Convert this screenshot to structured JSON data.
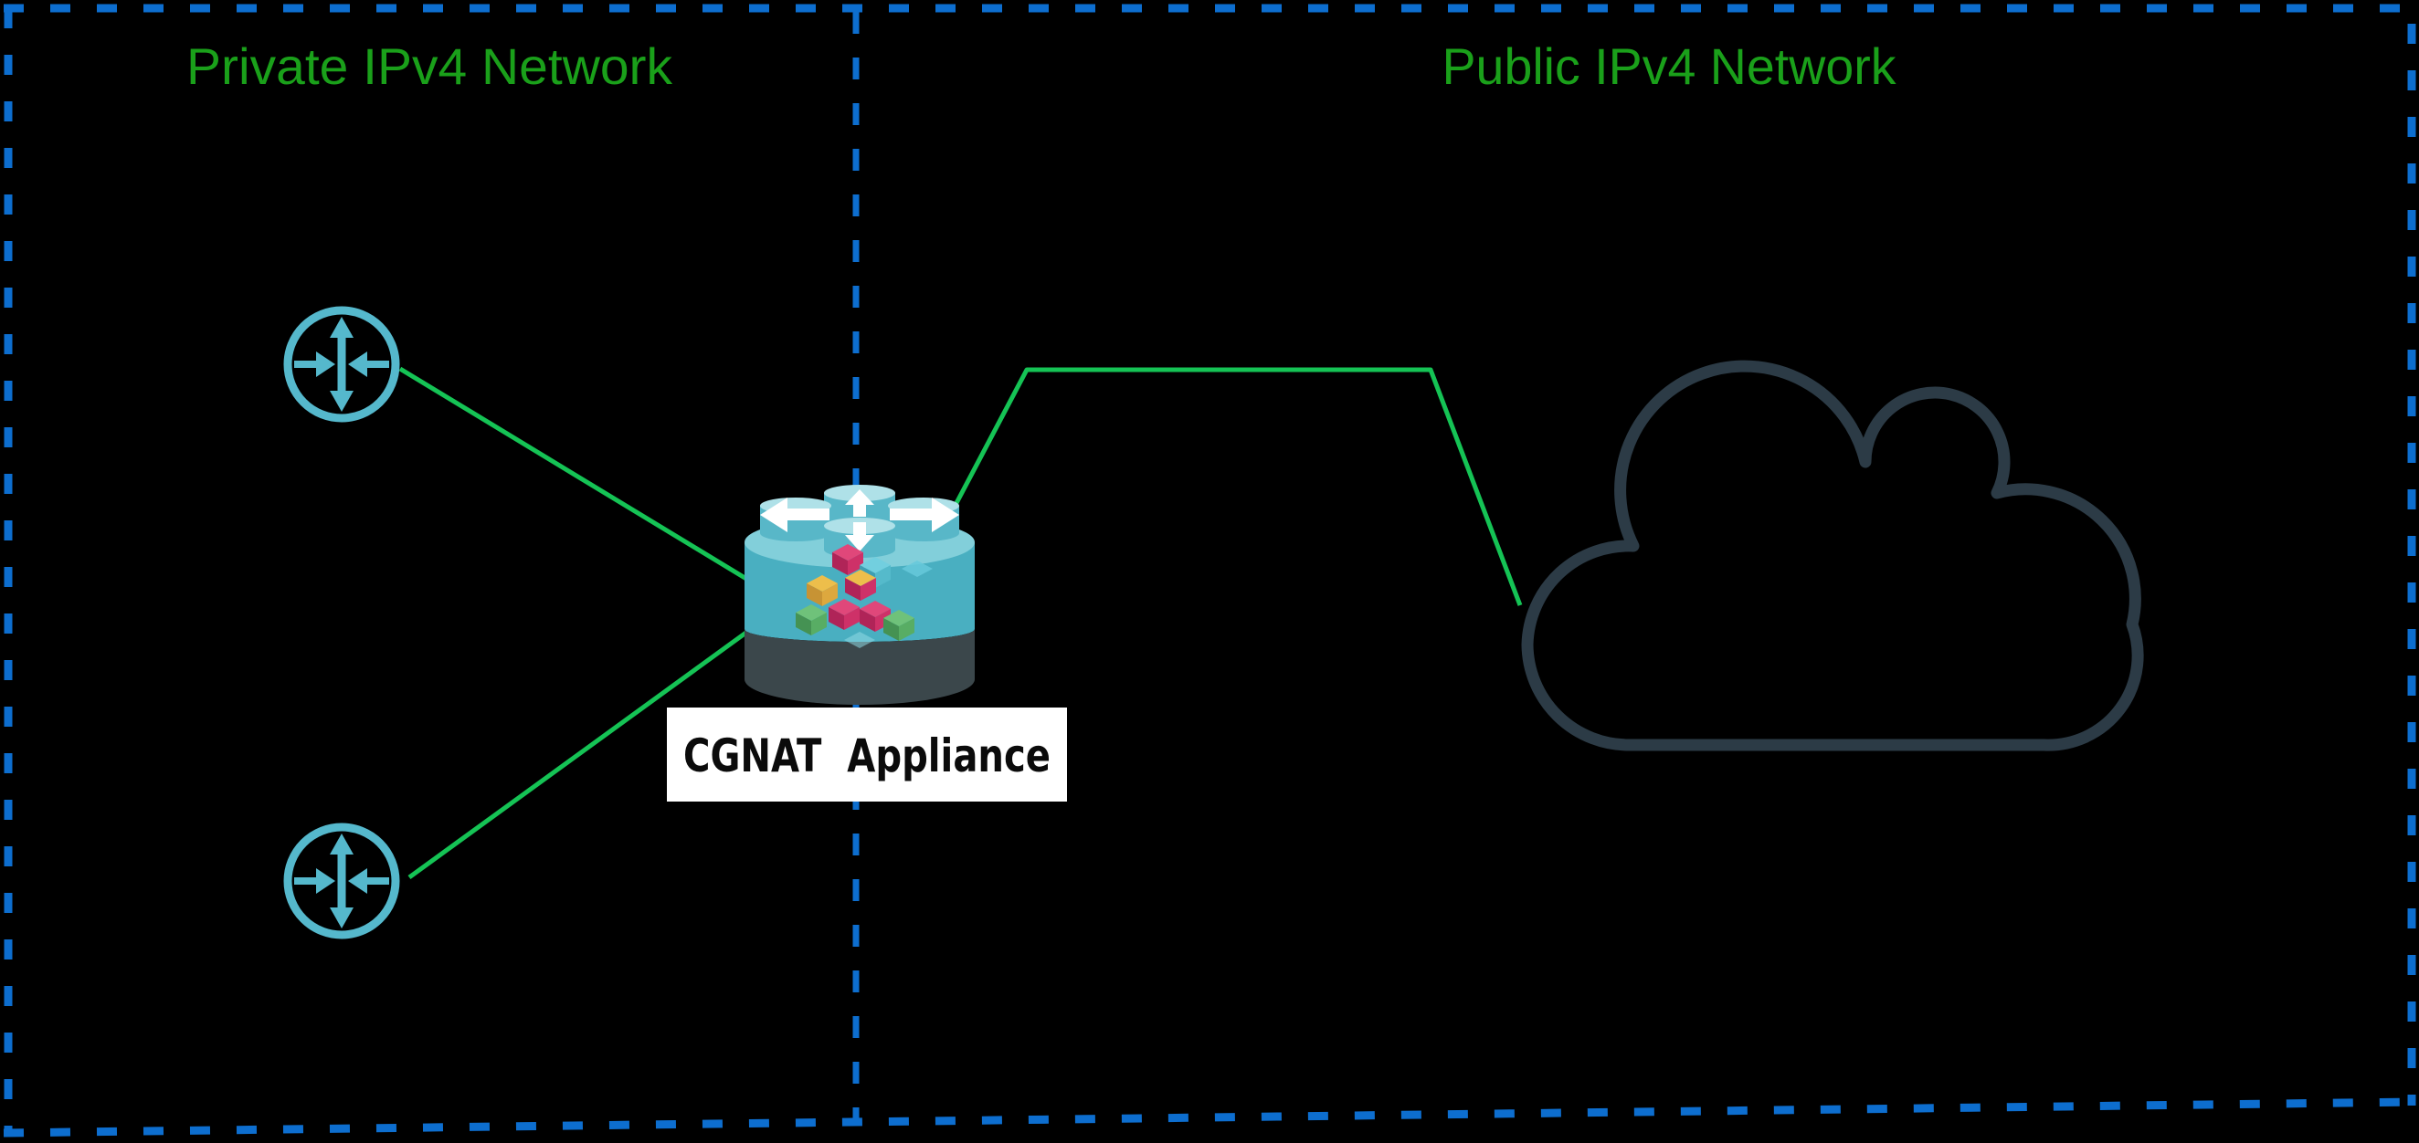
{
  "diagram": {
    "private_zone_label": "Private IPv4 Network",
    "public_zone_label": "Public IPv4 Network",
    "appliance_label": "CGNAT  Appliance"
  },
  "nodes": {
    "router_top_icon": "router-icon",
    "router_bottom_icon": "router-icon",
    "appliance_icon": "cgnat-appliance-icon",
    "cloud_icon": "internet-cloud-icon"
  },
  "colors": {
    "bg": "#000000",
    "border_blue": "#0D6ECF",
    "zone_green": "#1AA01A",
    "link_green": "#15C355",
    "router_teal": "#55B8CC",
    "cloud_dark": "#2C3B46",
    "appliance_body": "#49AFC1",
    "appliance_top": "#82CFDA",
    "appliance_cyl_side": "#58B7C8",
    "appliance_cyl_top": "#AFE1E8",
    "appliance_base": "#3B474B",
    "label_bg": "#FFFFFF",
    "label_text": "#0B0B0B",
    "arrow_white": "#FFFFFF"
  }
}
